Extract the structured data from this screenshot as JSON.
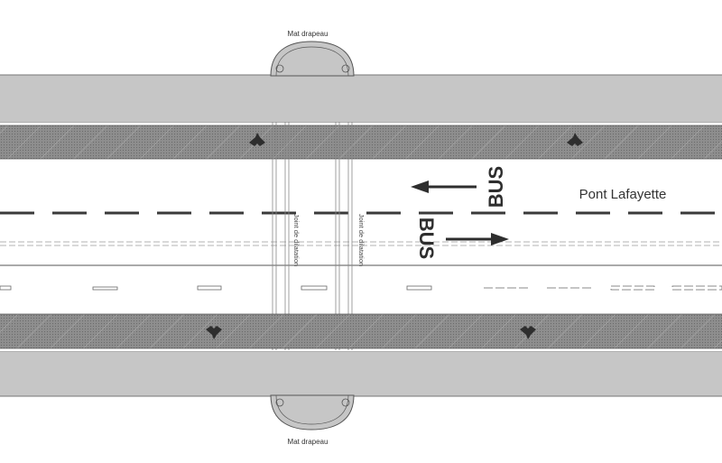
{
  "labels": {
    "flag_mast_top": "Mat drapeau",
    "flag_mast_bottom": "Mat drapeau",
    "bridge_name": "Pont Lafayette",
    "expansion_joint_left": "Joint de dilatation",
    "expansion_joint_right": "Joint de dilatation",
    "bus_upper": "BUS",
    "bus_lower": "BUS"
  },
  "colors": {
    "sidewalk": "#c6c6c6",
    "bike_lane": "#8a8a8a",
    "roadway": "#ffffff",
    "marking": "#3a3a3a",
    "line": "#555555"
  },
  "icons": {
    "bike_symbol": "bicycle-icon",
    "direction": "arrow-icon"
  }
}
